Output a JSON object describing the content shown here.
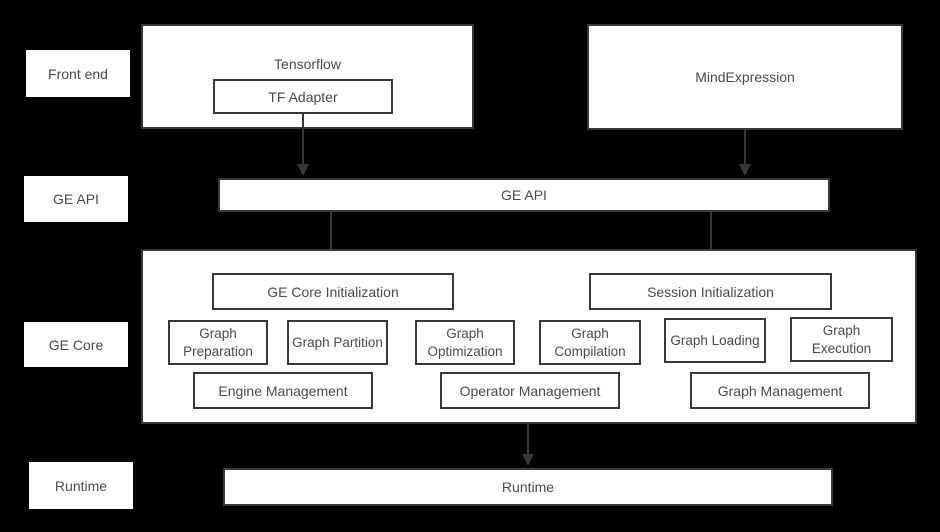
{
  "row_labels": {
    "front_end": "Front end",
    "ge_api": "GE API",
    "ge_core": "GE Core",
    "runtime": "Runtime"
  },
  "front_end": {
    "tensorflow_title": "Tensorflow",
    "tf_adapter_label": "TF Adapter",
    "mind_expression_label": "MindExpression"
  },
  "ge_api": {
    "bar_label": "GE API"
  },
  "ge_core": {
    "init_boxes": [
      "GE Core Initialization",
      "Session Initialization"
    ],
    "process_boxes": [
      "Graph Preparation",
      "Graph Partition",
      "Graph Optimization",
      "Graph Compilation",
      "Graph Loading",
      "Graph Execution"
    ],
    "management_boxes": [
      "Engine Management",
      "Operator Management",
      "Graph Management"
    ]
  },
  "runtime": {
    "bar_label": "Runtime"
  },
  "colors": {
    "background": "#000000",
    "box_fill": "#ffffff",
    "border": "#383838",
    "text": "#4a4a4a",
    "arrow": "#383838"
  }
}
